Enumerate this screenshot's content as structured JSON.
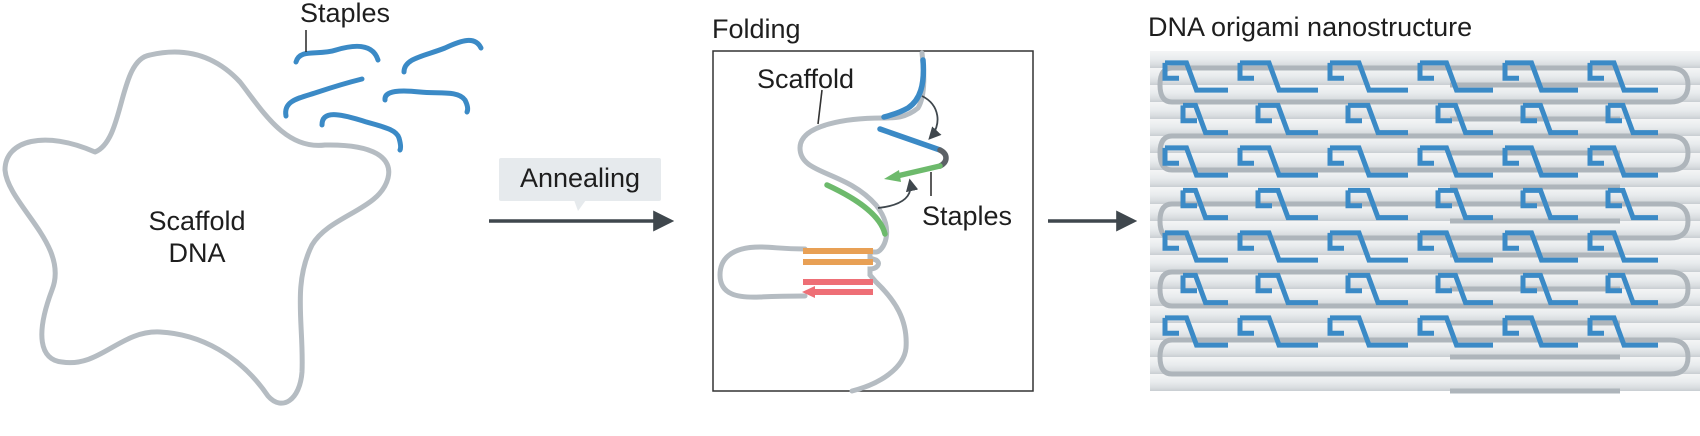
{
  "panel_left": {
    "staples_label": "Staples",
    "scaffold_label_line1": "Scaffold",
    "scaffold_label_line2": "DNA"
  },
  "step": {
    "annealing_label": "Annealing"
  },
  "panel_middle": {
    "title": "Folding",
    "scaffold_label": "Scaffold",
    "staples_label": "Staples"
  },
  "panel_right": {
    "title": "DNA origami nanostructure"
  },
  "colors": {
    "scaffold": "#b5bcc2",
    "staple": "#3b8ac6",
    "staple_green": "#6dba6c",
    "staple_orange": "#e8a055",
    "staple_red": "#ee6f76",
    "arrow": "#3f474d",
    "callout_bg": "#e6eaed"
  }
}
